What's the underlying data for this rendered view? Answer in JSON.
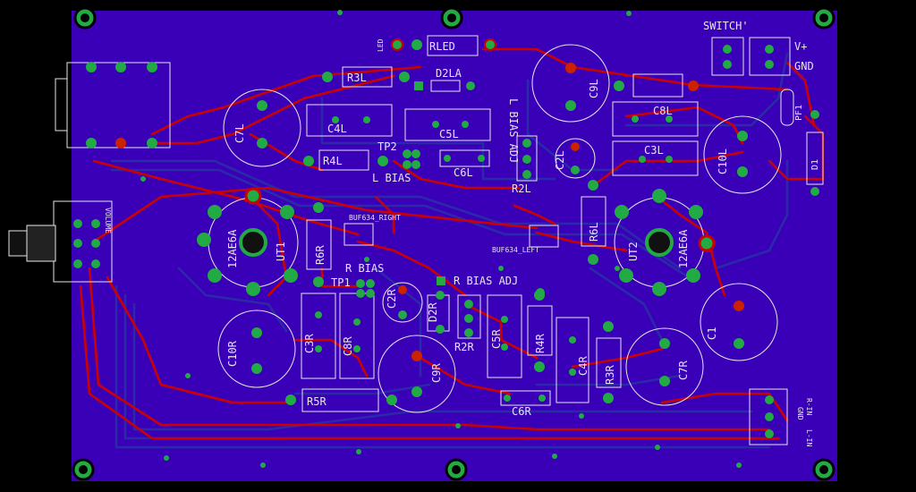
{
  "board": {
    "background": "#000000",
    "copper_fill": "#3a00b8",
    "top_trace_color": "#cc0000",
    "bottom_trace_color": "#2a2aa8",
    "pad_color": "#22aa44",
    "silkscreen_color": "#e6e6e6"
  },
  "labels": {
    "switch": "SWITCH'",
    "vplus": "V+",
    "gnd": "GND",
    "pf1": "PF1",
    "d1": "D1",
    "led": "LED",
    "rled": "RLED",
    "d2la": "D2LA",
    "r3l": "R3L",
    "c9l": "C9L",
    "c7l": "C7L",
    "c4l": "C4L",
    "c5l": "C5L",
    "c8l": "C8L",
    "c3l": "C3L",
    "c2l": "C2L",
    "c10l": "C10L",
    "r4l": "R4L",
    "tp2": "TP2",
    "l_bias": "L BIAS",
    "c6l": "C6L",
    "l_bias_adj": "L BIAS ADJ",
    "r2l": "R2L",
    "buf_right": "BUF634_RIGHT",
    "buf_left": "BUF634_LEFT",
    "r6l": "R6L",
    "r6r": "R6R",
    "ut1": "UT1",
    "ut2": "UT2",
    "tube1": "12AE6A",
    "tube2": "12AE6A",
    "r_bias": "R BIAS",
    "tp1": "TP1",
    "r_bias_adj": "R BIAS ADJ",
    "c2r": "C2R",
    "d2r": "D2R",
    "c3r": "C3R",
    "c8r": "C8R",
    "c9r": "C9R",
    "r2r": "R2R",
    "c5r": "C5R",
    "r4r": "R4R",
    "c4r": "C4R",
    "r3r": "R3R",
    "c7r": "C7R",
    "c1": "C1",
    "c10r": "C10R",
    "r5r": "R5R",
    "c6r": "C6R",
    "volume": "VOLUME",
    "r_in": "R-IN",
    "l_in": "L-IN",
    "gnd_in": "GND"
  }
}
